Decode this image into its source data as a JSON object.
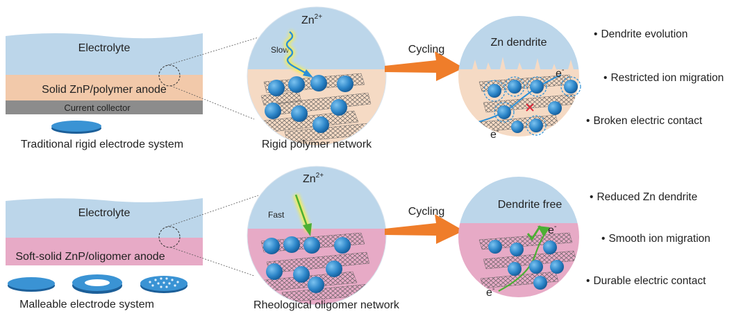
{
  "top": {
    "electrolyte": "Electrolyte",
    "anode": "Solid ZnP/polymer anode",
    "collector": "Current collector",
    "system": "Traditional rigid electrode system",
    "ion": "Zn",
    "charge": "2+",
    "speed": "Slow",
    "network": "Rigid polymer network",
    "cycling": "Cycling",
    "result_title": "Zn dendrite",
    "electron": "e",
    "electron_charge": "-",
    "points": [
      "Dendrite evolution",
      "Restricted ion migration",
      "Broken electric contact"
    ]
  },
  "bottom": {
    "electrolyte": "Electrolyte",
    "anode": "Soft-solid ZnP/oligomer anode",
    "system": "Malleable electrode system",
    "ion": "Zn",
    "charge": "2+",
    "speed": "Fast",
    "network": "Rheological oligomer network",
    "cycling": "Cycling",
    "result_title": "Dendrite free",
    "electron": "e",
    "electron_charge": "-",
    "points": [
      "Reduced Zn dendrite",
      "Smooth ion migration",
      "Durable electric contact"
    ]
  },
  "bullet": "•",
  "colors": {
    "electrolyte": "#bcd6ea",
    "anode_top": "#f2c9aa",
    "anode_bottom": "#e7aac6",
    "collector": "#8c8c8c",
    "particle": "#2d86c9",
    "arrow": "#ef7d2a",
    "ion_arrow_slow": "#2a8fd6",
    "ion_arrow_fast": "#4caf33"
  }
}
